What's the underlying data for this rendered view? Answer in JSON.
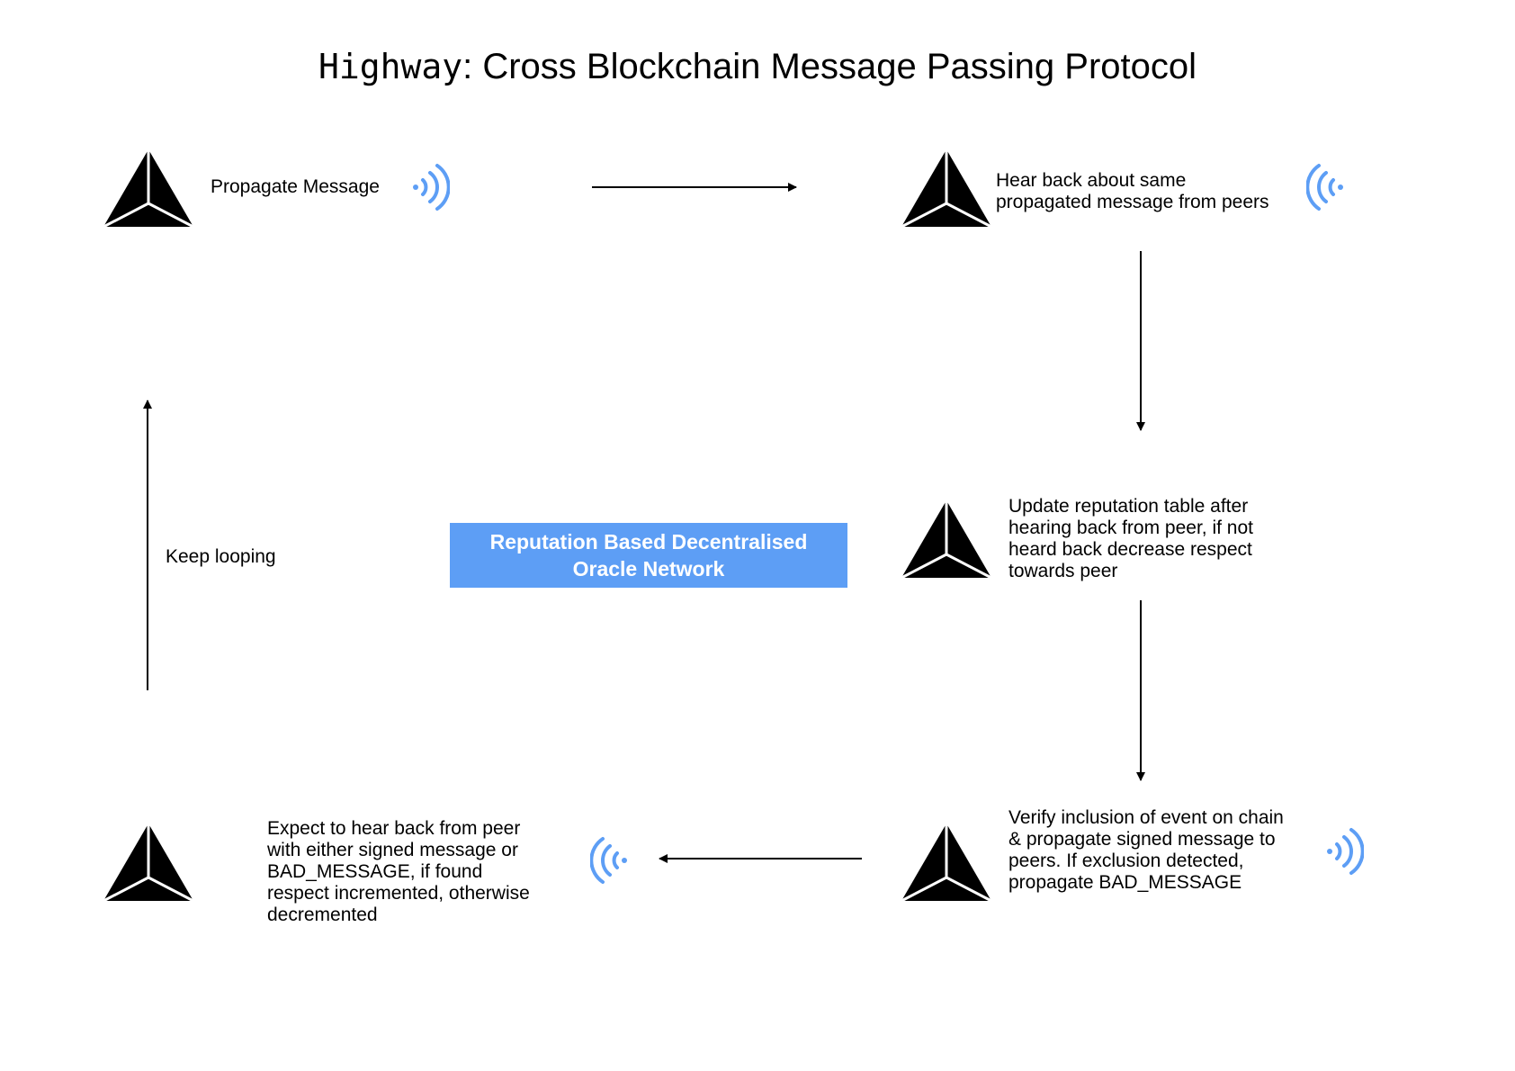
{
  "title": {
    "mono": "Highway",
    "rest": ": Cross Blockchain Message Passing Protocol"
  },
  "center_box": {
    "line1": "Reputation Based Decentralised",
    "line2": "Oracle Network"
  },
  "steps": {
    "propagate": {
      "label": "Propagate Message"
    },
    "hear_back": {
      "line1": "Hear back about same",
      "line2": "propagated message from peers"
    },
    "update": {
      "line1": "Update reputation table after",
      "line2": "hearing back from peer, if not",
      "line3": "heard back decrease respect",
      "line4": "towards peer"
    },
    "verify": {
      "line1": "Verify inclusion of event on chain",
      "line2": "& propagate signed message to",
      "line3": "peers. If exclusion detected,",
      "line4": "propagate BAD_MESSAGE"
    },
    "expect": {
      "line1": "Expect to hear back from peer",
      "line2": "with either signed message or",
      "line3": "BAD_MESSAGE, if found",
      "line4": "respect incremented, otherwise",
      "line5": "decremented"
    },
    "loop": {
      "label": "Keep looping"
    }
  },
  "colors": {
    "accent": "#5d9ef5",
    "node": "#000000"
  },
  "icons": {
    "node": "tetrahedron-node-icon",
    "broadcast": "signal-waves-icon"
  }
}
